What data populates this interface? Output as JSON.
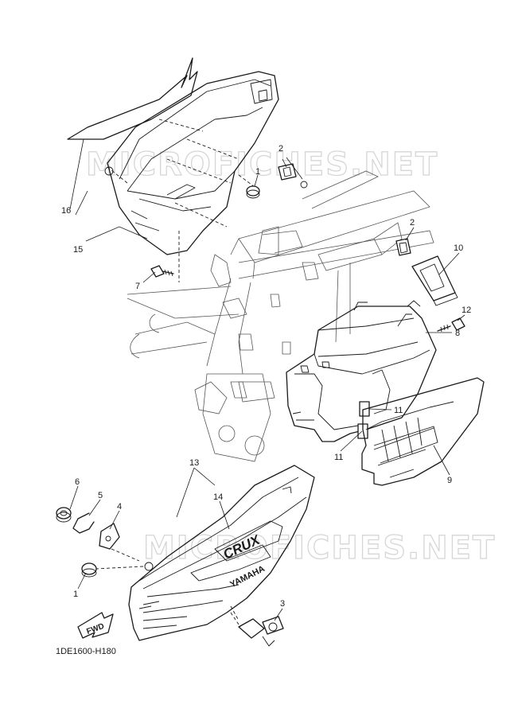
{
  "watermark": "MICROFICHES.NET",
  "diagram_code": "1DE1600-H180",
  "fwd_label": "FWD",
  "decal_brand": "YAMAHA",
  "decal_model": "CRUX",
  "callouts": [
    "16",
    "15",
    "1",
    "2",
    "2",
    "10",
    "7",
    "12",
    "8",
    "11",
    "11",
    "9",
    "13",
    "14",
    "6",
    "5",
    "4",
    "1",
    "3"
  ]
}
